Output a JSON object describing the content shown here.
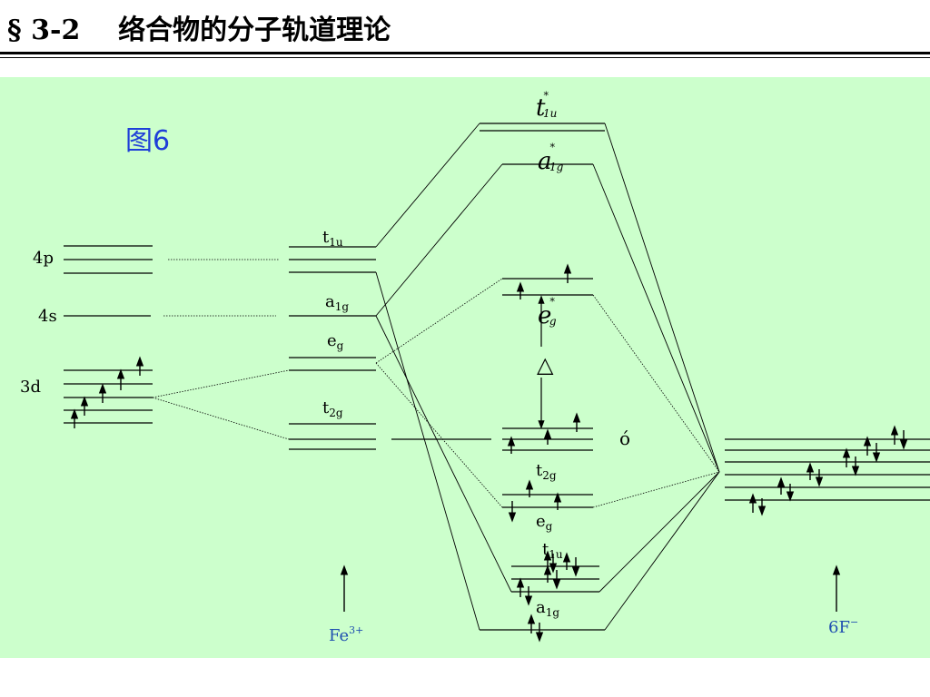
{
  "header": {
    "section": "§ 3-2",
    "title": "络合物的分子轨道理论"
  },
  "figure_label": "图6",
  "metal": {
    "ion": "Fe",
    "ion_charge": "3+",
    "ao": {
      "p": "4p",
      "s": "4s",
      "d": "3d"
    },
    "sym": {
      "t1u": {
        "main": "t",
        "sub": "1u"
      },
      "a1g": {
        "main": "a",
        "sub": "1g"
      },
      "eg": {
        "main": "e",
        "sub": "g"
      },
      "t2g": {
        "main": "t",
        "sub": "2g"
      }
    }
  },
  "ligand": {
    "label": "6F",
    "charge": "−"
  },
  "mo": {
    "t1u_star": {
      "main": "t",
      "star": "*",
      "sub": "1u"
    },
    "a1g_star": {
      "main": "a",
      "star": "*",
      "sub": "1g"
    },
    "eg_star": {
      "main": "e",
      "star": "*",
      "sub": "g"
    },
    "delta": "△",
    "sigma": "ó",
    "t2g": {
      "main": "t",
      "sub": "2g"
    },
    "eg": {
      "main": "e",
      "sub": "g"
    },
    "t1u": {
      "main": "t",
      "sub": "1u"
    },
    "a1g": {
      "main": "a",
      "sub": "1g"
    }
  },
  "colors": {
    "panel": "#ccffcc",
    "figure_label": "#1f3fd8",
    "ion_labels": "#1f4fb0"
  }
}
